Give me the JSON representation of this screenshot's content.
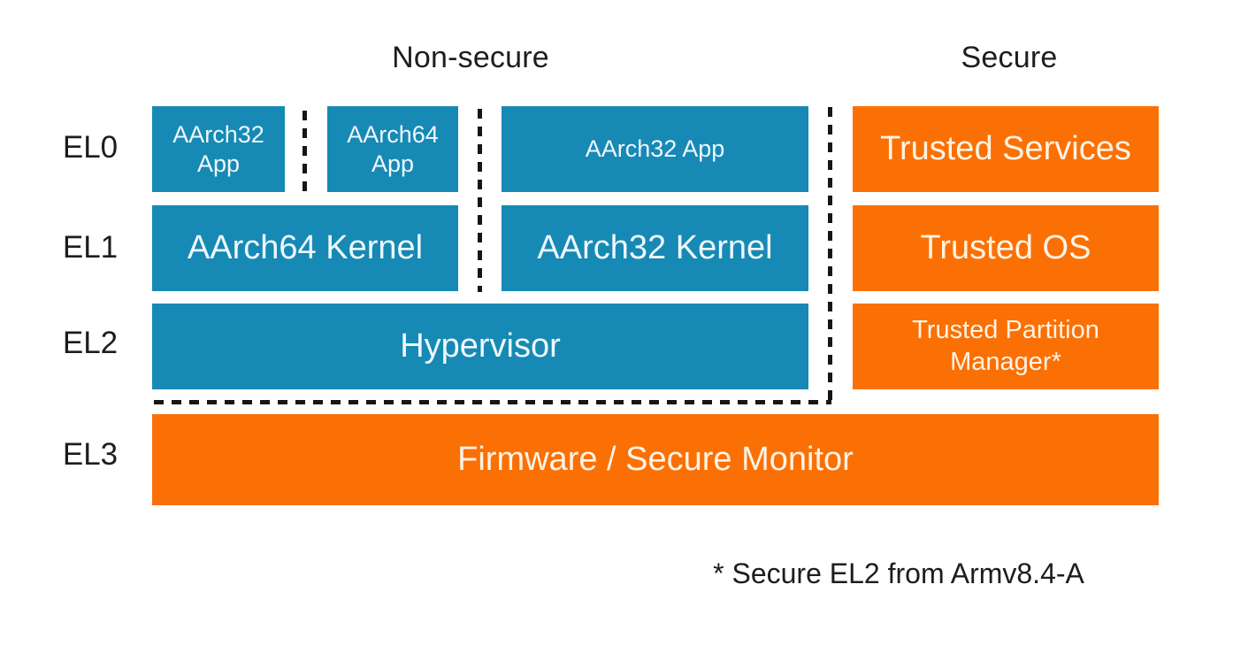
{
  "diagram": {
    "world_labels": {
      "non_secure": "Non-secure",
      "secure": "Secure"
    },
    "exception_levels": [
      "EL0",
      "EL1",
      "EL2",
      "EL3"
    ],
    "non_secure_boxes": {
      "el0_aarch32_app": "AArch32 App",
      "el0_aarch64_app": "AArch64 App",
      "el0_aarch32_app_wide": "AArch32 App",
      "el1_aarch64_kernel": "AArch64 Kernel",
      "el1_aarch32_kernel": "AArch32 Kernel",
      "el2_hypervisor": "Hypervisor"
    },
    "secure_boxes": {
      "el0_trusted_services": "Trusted Services",
      "el1_trusted_os": "Trusted OS",
      "el2_trusted_partition_manager": "Trusted Partition Manager*",
      "el3_firmware_secure_monitor": "Firmware / Secure Monitor"
    },
    "footnote": "* Secure EL2 from Armv8.4-A"
  },
  "colors": {
    "non_secure_blue": "#1789b5",
    "secure_orange": "#fb7005",
    "label_text": "#1d1d1b",
    "dashed_line": "#161616"
  }
}
